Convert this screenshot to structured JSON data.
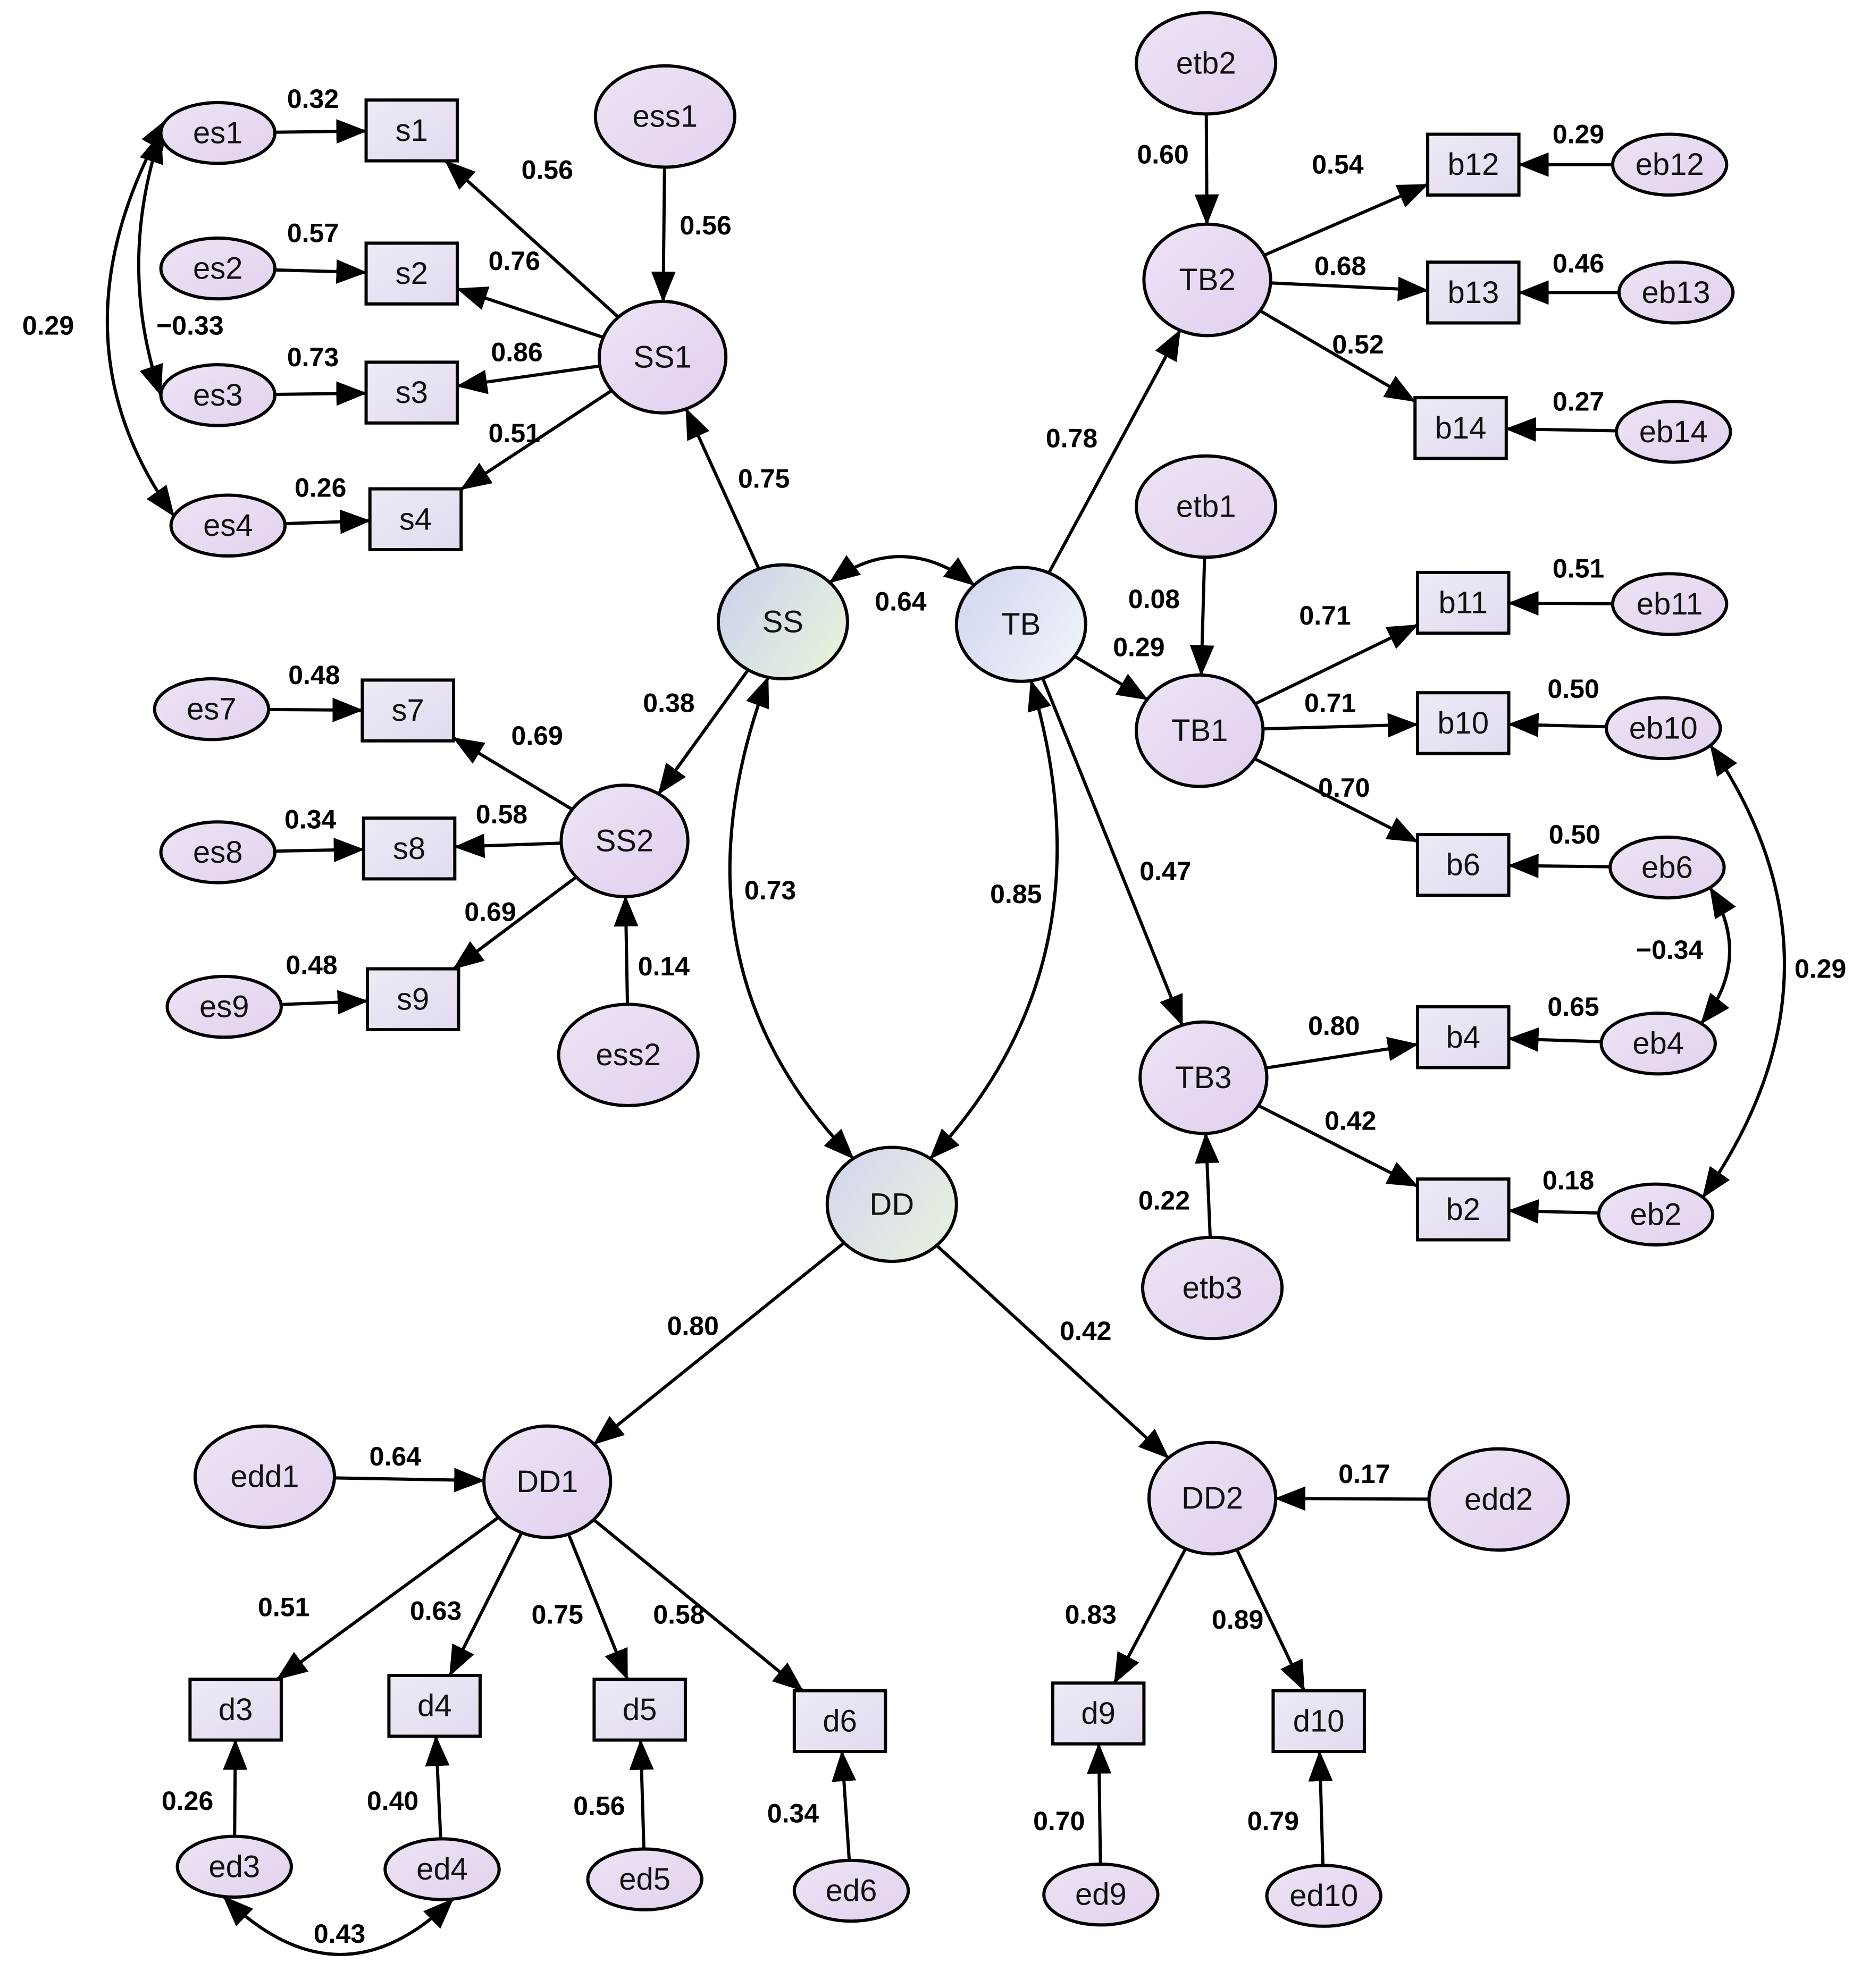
{
  "nodes": {
    "es1": "es1",
    "es2": "es2",
    "es3": "es3",
    "es4": "es4",
    "es7": "es7",
    "es8": "es8",
    "es9": "es9",
    "s1": "s1",
    "s2": "s2",
    "s3": "s3",
    "s4": "s4",
    "s7": "s7",
    "s8": "s8",
    "s9": "s9",
    "ess1": "ess1",
    "ess2": "ess2",
    "SS1": "SS1",
    "SS2": "SS2",
    "SS": "SS",
    "TB": "TB",
    "DD": "DD",
    "etb1": "etb1",
    "etb2": "etb2",
    "etb3": "etb3",
    "TB1": "TB1",
    "TB2": "TB2",
    "TB3": "TB3",
    "b12": "b12",
    "b13": "b13",
    "b14": "b14",
    "b11": "b11",
    "b10": "b10",
    "b6": "b6",
    "b4": "b4",
    "b2": "b2",
    "eb12": "eb12",
    "eb13": "eb13",
    "eb14": "eb14",
    "eb11": "eb11",
    "eb10": "eb10",
    "eb6": "eb6",
    "eb4": "eb4",
    "eb2": "eb2",
    "edd1": "edd1",
    "edd2": "edd2",
    "DD1": "DD1",
    "DD2": "DD2",
    "d3": "d3",
    "d4": "d4",
    "d5": "d5",
    "d6": "d6",
    "d9": "d9",
    "d10": "d10",
    "ed3": "ed3",
    "ed4": "ed4",
    "ed5": "ed5",
    "ed6": "ed6",
    "ed9": "ed9",
    "ed10": "ed10"
  },
  "coefficients": {
    "es1_s1": "0.32",
    "SS1_s1": "0.56",
    "ess1_SS1": "0.56",
    "es2_s2": "0.57",
    "SS1_s2": "0.76",
    "es1_es3": "−0.33",
    "es1_es4": "0.29",
    "es3_s3": "0.73",
    "SS1_s3": "0.86",
    "SS1_s4": "0.51",
    "es4_s4": "0.26",
    "SS_SS1": "0.75",
    "SS_TB": "0.64",
    "SS_SS2": "0.38",
    "es7_s7": "0.48",
    "SS2_s7": "0.69",
    "es8_s8": "0.34",
    "SS2_s8": "0.58",
    "SS2_s9": "0.69",
    "es9_s9": "0.48",
    "ess2_SS2": "0.14",
    "SS_DD": "0.73",
    "TB_DD": "0.85",
    "etb2_TB2": "0.60",
    "TB2_b12": "0.54",
    "eb12_b12": "0.29",
    "TB2_b13": "0.68",
    "eb13_b13": "0.46",
    "TB2_b14": "0.52",
    "eb14_b14": "0.27",
    "TB_TB2": "0.78",
    "etb1_TB1": "0.08",
    "TB_TB1": "0.29",
    "TB1_b11": "0.71",
    "eb11_b11": "0.51",
    "TB1_b10": "0.71",
    "eb10_b10": "0.50",
    "TB1_b6": "0.70",
    "eb6_b6": "0.50",
    "TB_TB3": "0.47",
    "eb6_eb4": "−0.34",
    "eb10_eb2": "0.29",
    "TB3_b4": "0.80",
    "eb4_b4": "0.65",
    "TB3_b2": "0.42",
    "eb2_b2": "0.18",
    "etb3_TB3": "0.22",
    "DD_DD1": "0.80",
    "DD_DD2": "0.42",
    "edd1_DD1": "0.64",
    "edd2_DD2": "0.17",
    "DD1_d3": "0.51",
    "DD1_d4": "0.63",
    "DD1_d5": "0.75",
    "DD1_d6": "0.58",
    "DD2_d9": "0.83",
    "DD2_d10": "0.89",
    "ed3_d3": "0.26",
    "ed4_d4": "0.40",
    "ed5_d5": "0.56",
    "ed6_d6": "0.34",
    "ed9_d9": "0.70",
    "ed10_d10": "0.79",
    "ed3_ed4": "0.43"
  }
}
